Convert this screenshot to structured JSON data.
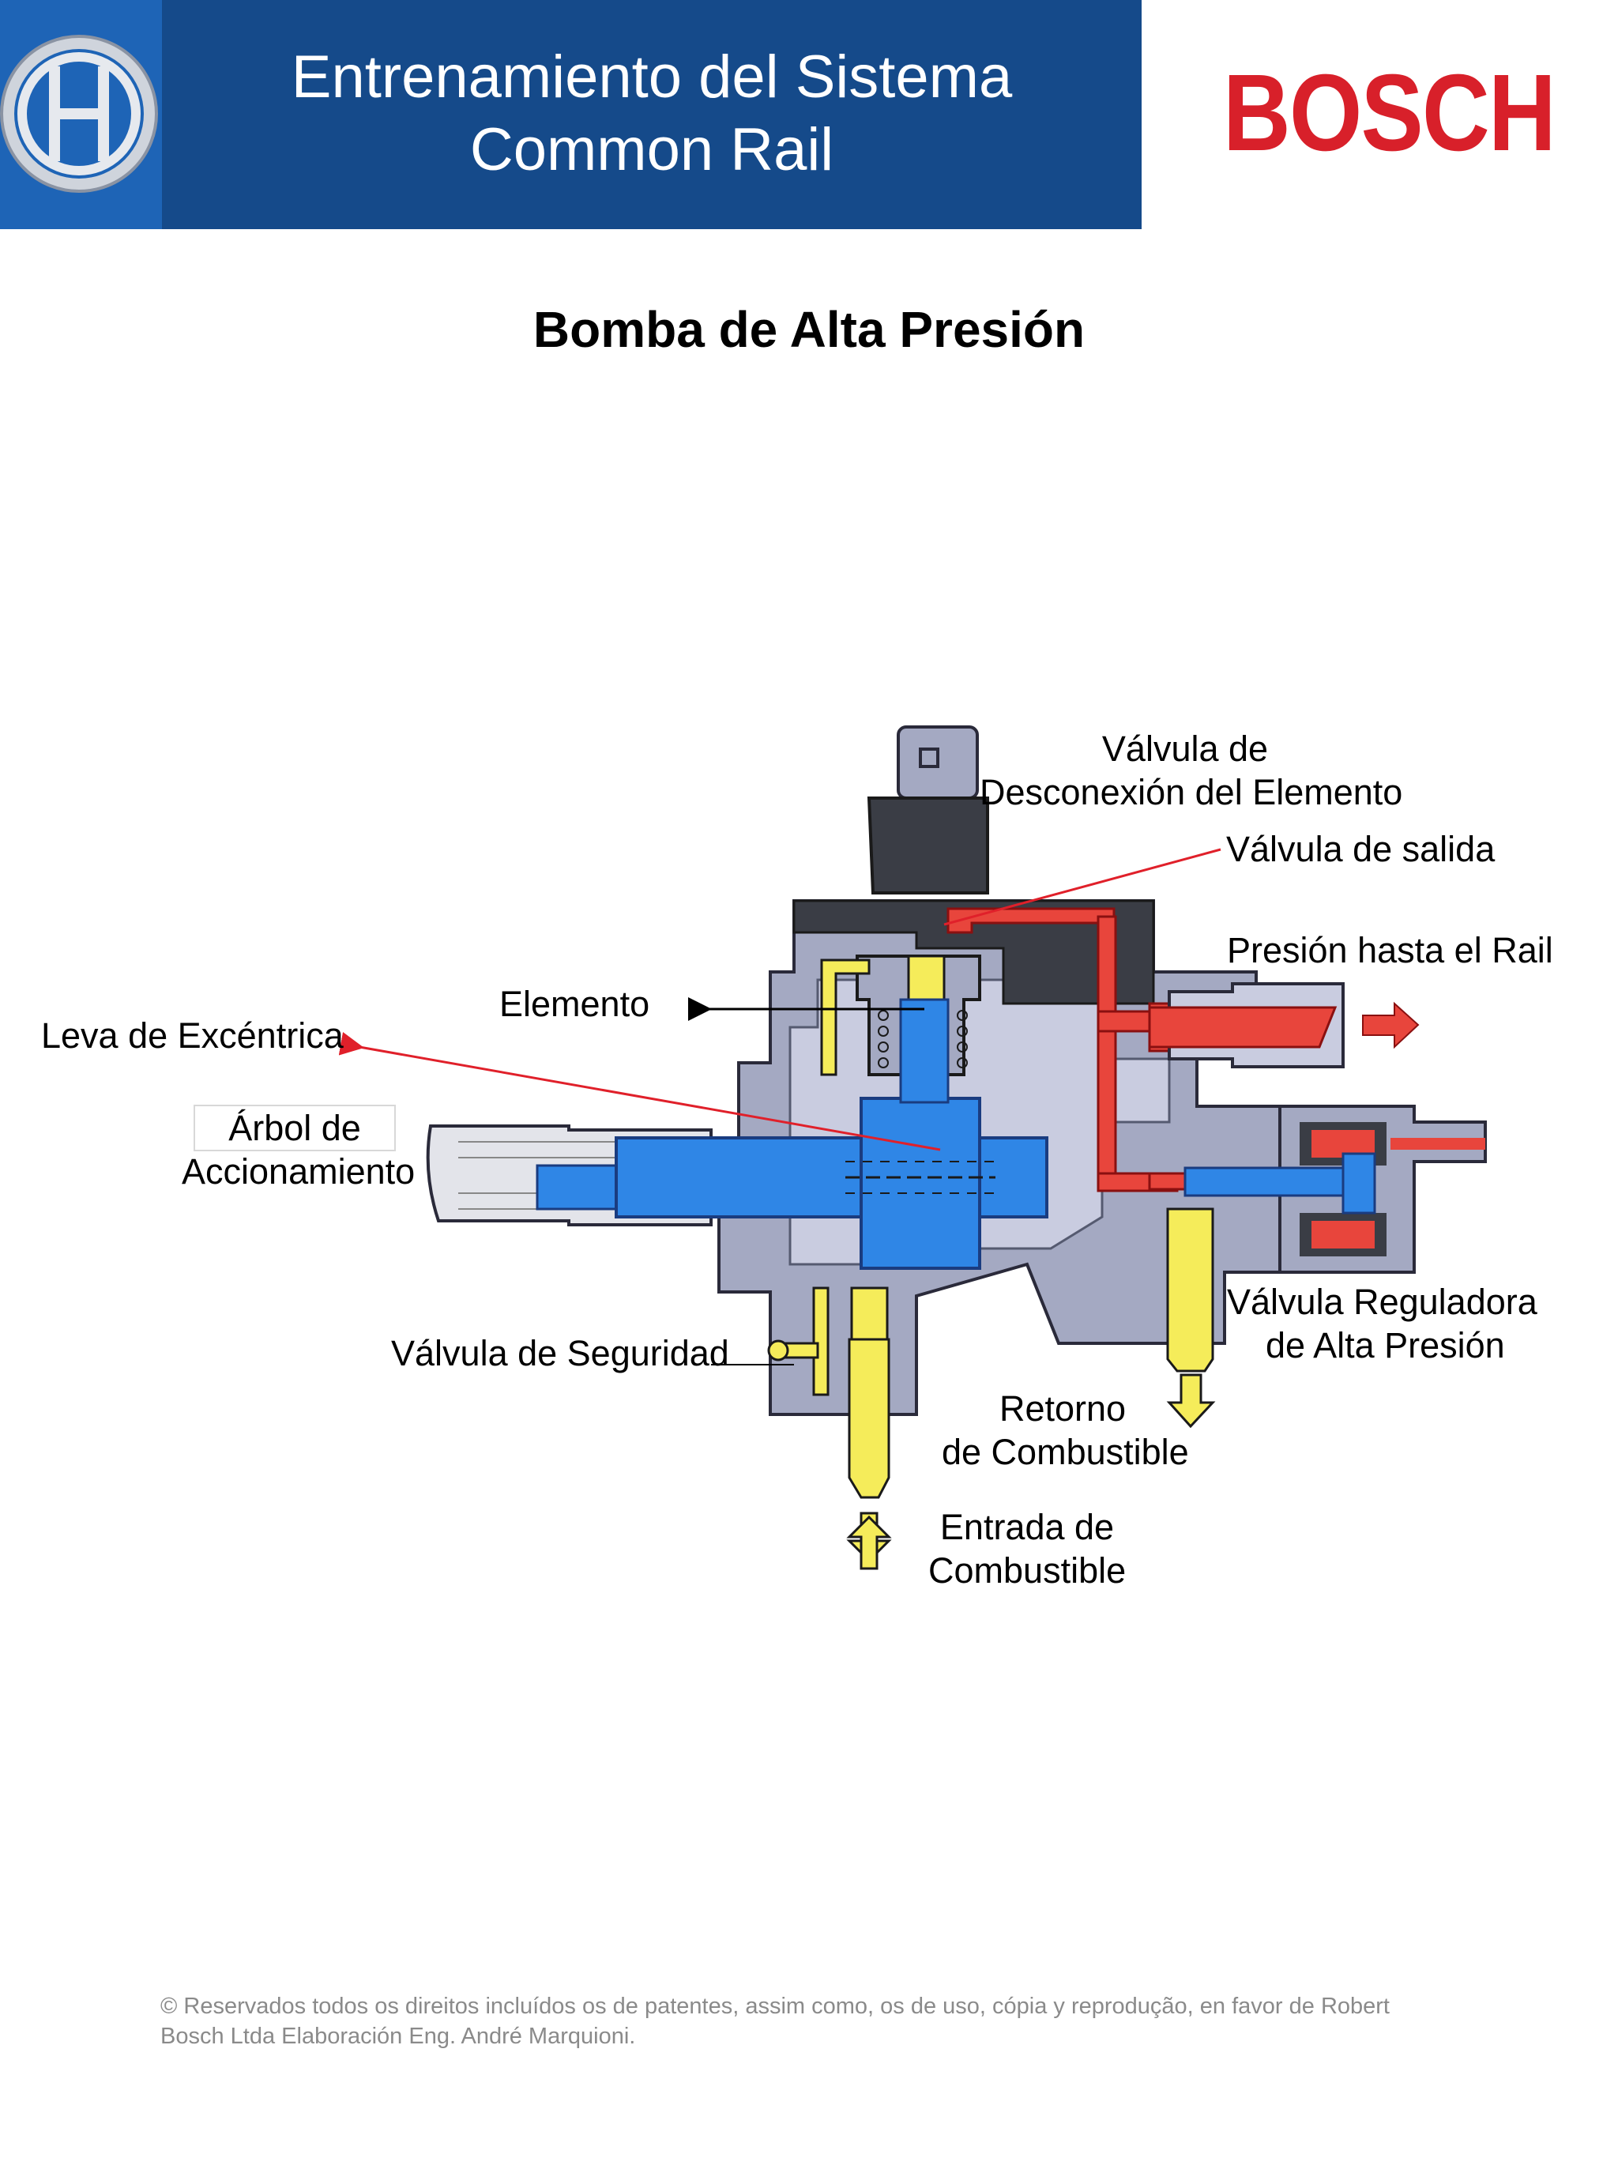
{
  "header": {
    "title_line1": "Entrenamiento del Sistema",
    "title_line2": "Common Rail",
    "brand": "BOSCH",
    "logo_icon": "bosch-armature-logo-icon",
    "band_color": "#154a8a",
    "brand_color": "#d8202a"
  },
  "page_title": "Bomba de Alta Presión",
  "diagram": {
    "labels": {
      "disconnect_valve_line1": "Válvula de",
      "disconnect_valve_line2": "Desconexión del Elemento",
      "outlet_valve": "Válvula de salida",
      "pressure_to_rail": "Presión hasta el Rail",
      "element": "Elemento",
      "eccentric_cam": "Leva de Excéntrica",
      "drive_shaft_line1": "Árbol de",
      "drive_shaft_line2": "Accionamiento",
      "regulator_valve_line1": "Válvula Reguladora",
      "regulator_valve_line2": "de Alta Presión",
      "safety_valve": "Válvula de Seguridad",
      "fuel_return_line1": "Retorno",
      "fuel_return_line2": "de Combustible",
      "fuel_inlet_line1": "Entrada de",
      "fuel_inlet_line2": "Combustible"
    },
    "colors": {
      "high_pressure": "#e8453c",
      "low_pressure": "#f5ec5a",
      "moving_parts": "#2f86e6",
      "housing": "#a4a9c2",
      "housing_light": "#c9cce0",
      "pointer_line": "#e0202a"
    }
  },
  "footer": {
    "line1": "© Reservados todos os direitos incluídos os de patentes, assim como, os de uso, cópia y reprodução, en favor de Robert",
    "line2": "Bosch Ltda Elaboración Eng. André Marquioni."
  }
}
